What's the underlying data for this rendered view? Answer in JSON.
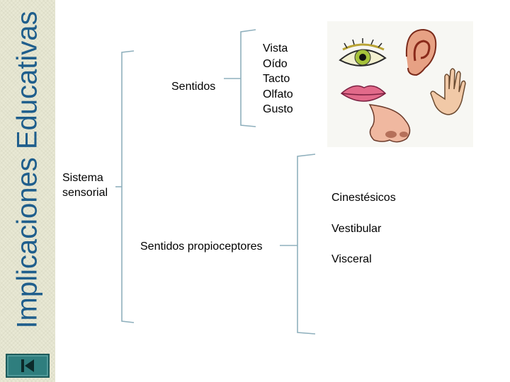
{
  "sidebar": {
    "title": "Implicaciones Educativas",
    "nav_icon": "skip-to-start-icon"
  },
  "diagram": {
    "root": "Sistema\nsensorial",
    "sentidos": {
      "label": "Sentidos",
      "items": [
        "Vista",
        "Oído",
        "Tacto",
        "Olfato",
        "Gusto"
      ]
    },
    "propioceptores": {
      "label": "Sentidos propioceptores",
      "items": [
        "Cinestésicos",
        "Vestibular",
        "Visceral"
      ]
    }
  },
  "colors": {
    "bracket": "#8fb0bd",
    "title": "#1f5e8c",
    "nav_button": "#2f7e7e"
  },
  "image": {
    "icons": [
      "eye-icon",
      "ear-icon",
      "lips-icon",
      "hand-icon",
      "nose-icon"
    ]
  }
}
